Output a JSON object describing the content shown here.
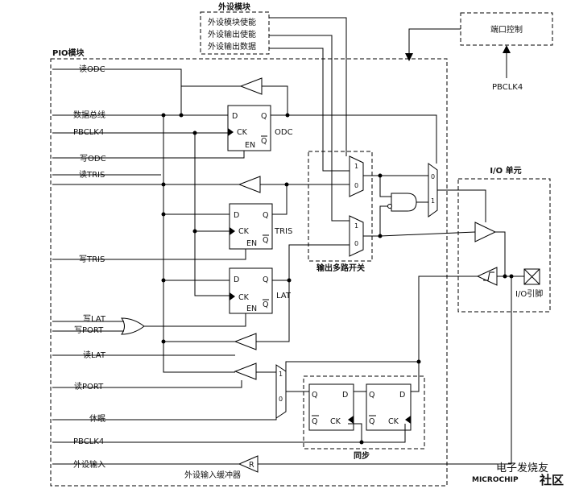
{
  "peripheral": {
    "title": "外设模块",
    "items": [
      "外设模块使能",
      "外设输出使能",
      "外设输出数据"
    ]
  },
  "port_control": "端口控制",
  "pbclk4_label": "PBCLK4",
  "pio_title": "PIO模块",
  "io_unit_title": "I/O 单元",
  "io_pin": "I/O引脚",
  "mux_title": "输出多路开关",
  "sync_title": "同步",
  "buffer_title": "外设输入缓冲器",
  "r_label": "R",
  "signals": {
    "read_odc": "读ODC",
    "data_bus": "数据总线",
    "pbclk4": "PBCLK4",
    "write_odc": "写ODC",
    "read_tris": "读TRIS",
    "write_tris": "写TRIS",
    "write_lat": "写LAT",
    "write_port": "写PORT",
    "read_lat": "读LAT",
    "read_port": "读PORT",
    "sleep": "休眠",
    "pbclk4_b": "PBCLK4",
    "periph_in": "外设输入"
  },
  "registers": [
    {
      "name": "ODC",
      "d": "D",
      "q": "Q",
      "ck": "CK",
      "en": "EN",
      "qbar": "Q"
    },
    {
      "name": "TRIS",
      "d": "D",
      "q": "Q",
      "ck": "CK",
      "en": "EN",
      "qbar": "Q"
    },
    {
      "name": "LAT",
      "d": "D",
      "q": "Q",
      "ck": "CK",
      "en": "EN",
      "qbar": "Q"
    }
  ],
  "sync_ff": {
    "q": "Q",
    "d": "D",
    "ck": "CK",
    "qbar": "Q"
  },
  "mux_labels": {
    "one": "1",
    "zero": "0"
  },
  "watermark": {
    "brand": "MICROCHIP",
    "site": "社区",
    "cn": "电子发烧友"
  }
}
